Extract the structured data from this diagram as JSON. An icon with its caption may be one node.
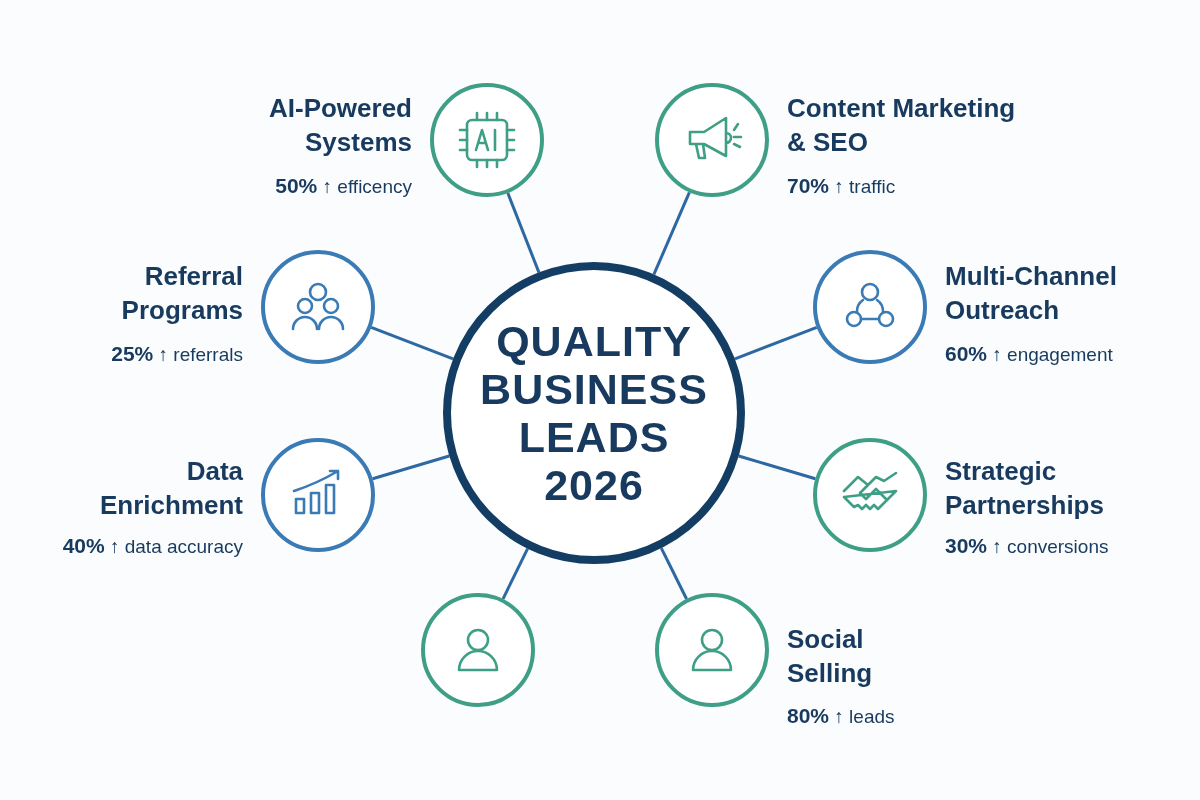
{
  "diagram": {
    "nodes": [
      {
        "text": [
          "QUALITY BUSINESS LEADS 2026"
        ]
      },
      {
        "text": [
          "AI-Powered Systems",
          "**50%** ↑ efficency"
        ]
      },
      {
        "text": [
          "Content Marketing & SEO",
          "**70%** ↑ traffic"
        ]
      },
      {
        "text": [
          "Referral Programs",
          "**25%** ↑ referrals"
        ]
      },
      {
        "text": [
          "Multi-Channel Outreach",
          "**60%** ↑ engagement"
        ]
      },
      {
        "text": [
          "Data Enrichment",
          "**40%** ↑ data accuracy"
        ]
      },
      {
        "text": [
          "Strategic Partnerships",
          "**30%** ↑ conversions"
        ]
      },
      {
        "text": [],
        "shape": "circle"
      },
      {
        "text": [
          "Social Selling",
          "**80%** ↑ leads"
        ]
      }
    ],
    "edges": [
      {
        "from": 0,
        "to": 1,
        "arrow": "none"
      },
      {
        "from": 0,
        "to": 2,
        "arrow": "none"
      },
      {
        "from": 0,
        "to": 3,
        "arrow": "none"
      },
      {
        "from": 0,
        "to": 4,
        "arrow": "none"
      },
      {
        "from": 0,
        "to": 5,
        "arrow": "none"
      },
      {
        "from": 0,
        "to": 6,
        "arrow": "none"
      },
      {
        "from": 0,
        "to": 7,
        "arrow": "none"
      },
      {
        "from": 0,
        "to": 8,
        "arrow": "none"
      }
    ]
  }
}
